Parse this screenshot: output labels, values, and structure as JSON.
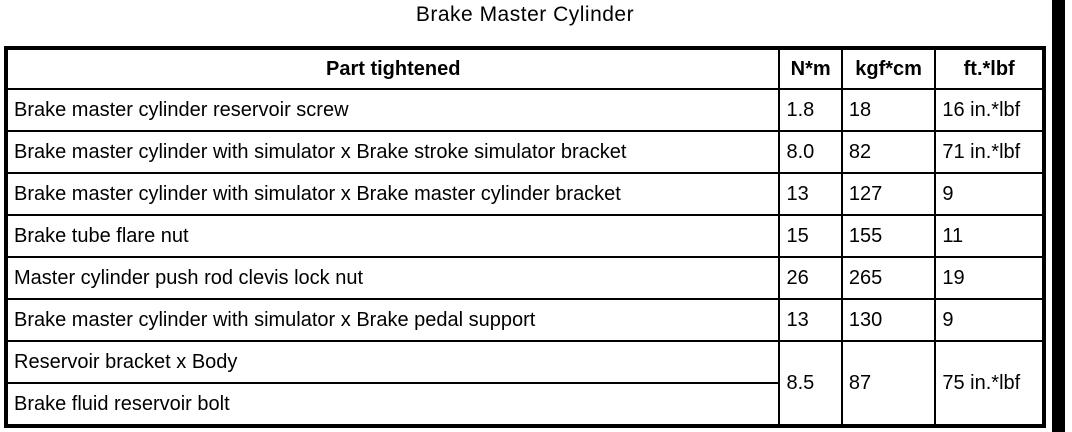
{
  "page": {
    "title": "Brake Master Cylinder"
  },
  "colors": {
    "background": "#ffffff",
    "text": "#000000",
    "border": "#000000",
    "right_bar": "#000000"
  },
  "table": {
    "headers": {
      "part": "Part tightened",
      "nm": "N*m",
      "kgfcm": "kgf*cm",
      "ftlbf": "ft.*lbf"
    },
    "rows": [
      {
        "part": "Brake master cylinder reservoir screw",
        "nm": "1.8",
        "kgfcm": "18",
        "ftlbf": "16 in.*lbf"
      },
      {
        "part": "Brake master cylinder with simulator x Brake stroke simulator bracket",
        "nm": "8.0",
        "kgfcm": "82",
        "ftlbf": "71 in.*lbf"
      },
      {
        "part": "Brake master cylinder with simulator x Brake master cylinder bracket",
        "nm": "13",
        "kgfcm": "127",
        "ftlbf": "9"
      },
      {
        "part": "Brake tube flare nut",
        "nm": "15",
        "kgfcm": "155",
        "ftlbf": "11"
      },
      {
        "part": "Master cylinder push rod clevis lock nut",
        "nm": "26",
        "kgfcm": "265",
        "ftlbf": "19"
      },
      {
        "part": "Brake master cylinder with simulator x Brake pedal support",
        "nm": "13",
        "kgfcm": "130",
        "ftlbf": "9"
      },
      {
        "part": "Reservoir bracket x Body",
        "nm": "8.5",
        "kgfcm": "87",
        "ftlbf": "75 in.*lbf"
      },
      {
        "part": "Brake fluid reservoir bolt"
      }
    ]
  }
}
